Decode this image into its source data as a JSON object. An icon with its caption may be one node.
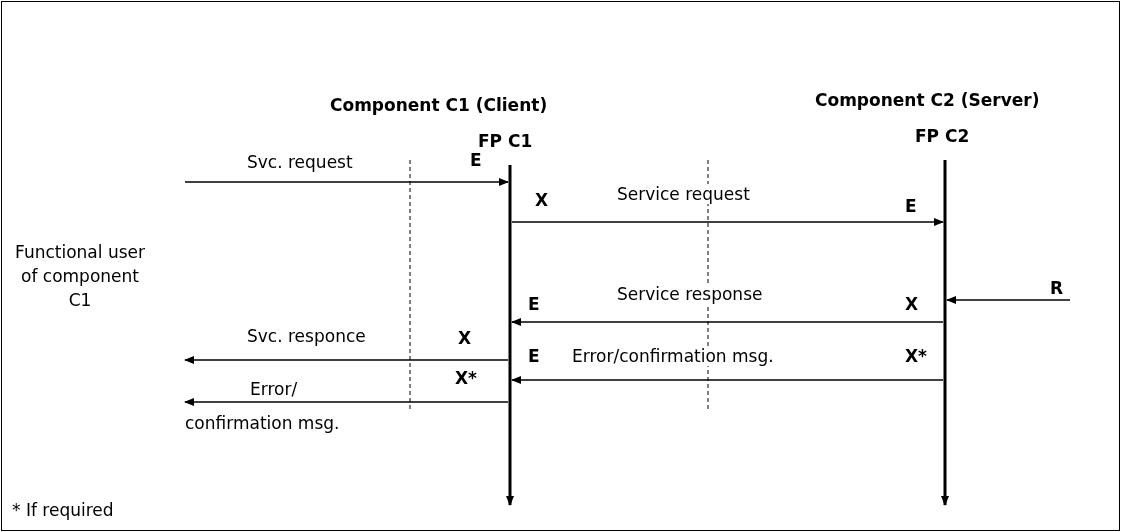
{
  "diagram": {
    "nodes": [
      {
        "text": [
          "Functional user of component C1"
        ]
      },
      {
        "text": [
          "Component C1 (Client)",
          "FP C1"
        ]
      },
      {
        "text": [
          "Component C2 (Server)",
          "FP C2"
        ]
      }
    ],
    "edges": [
      {
        "from": 0,
        "to": 1,
        "arrow": "to",
        "label": "Svc. request"
      },
      {
        "from": 1,
        "to": 2,
        "arrow": "to",
        "label": "Service request"
      },
      {
        "from": null,
        "to": 2,
        "arrow": "to",
        "label": "R"
      },
      {
        "from": 2,
        "to": 1,
        "arrow": "to",
        "label": "Service response"
      },
      {
        "from": 1,
        "to": 0,
        "arrow": "to",
        "label": "Svc. responce"
      },
      {
        "from": 2,
        "to": 1,
        "arrow": "to",
        "label": "Error/confirmation msg."
      },
      {
        "from": 1,
        "to": 0,
        "arrow": "to",
        "label": "Error/ confirmation msg."
      }
    ],
    "labels": [
      "E",
      "X",
      "E",
      "E",
      "X",
      "X",
      "E",
      "X*",
      "X*",
      "* If required"
    ]
  }
}
